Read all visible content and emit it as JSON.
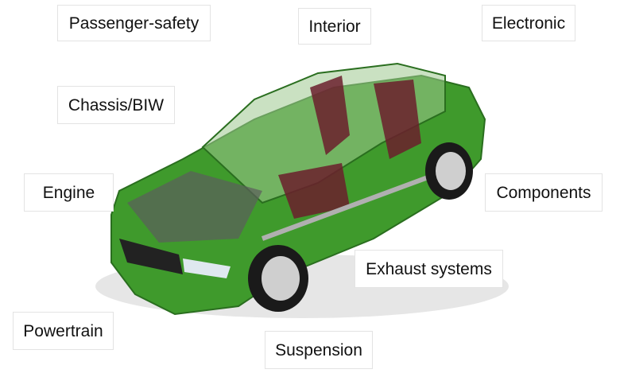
{
  "labels": {
    "passenger_safety": "Passenger-safety",
    "interior": "Interior",
    "electronic": "Electronic",
    "chassis": "Chassis/BIW",
    "engine": "Engine",
    "components": "Components",
    "exhaust": "Exhaust systems",
    "powertrain": "Powertrain",
    "suspension": "Suspension"
  },
  "colors": {
    "body": "#3f9a2c",
    "body_dark": "#2a6e1f",
    "seats": "#6b1f2d",
    "wheel": "#cfcfcf"
  }
}
